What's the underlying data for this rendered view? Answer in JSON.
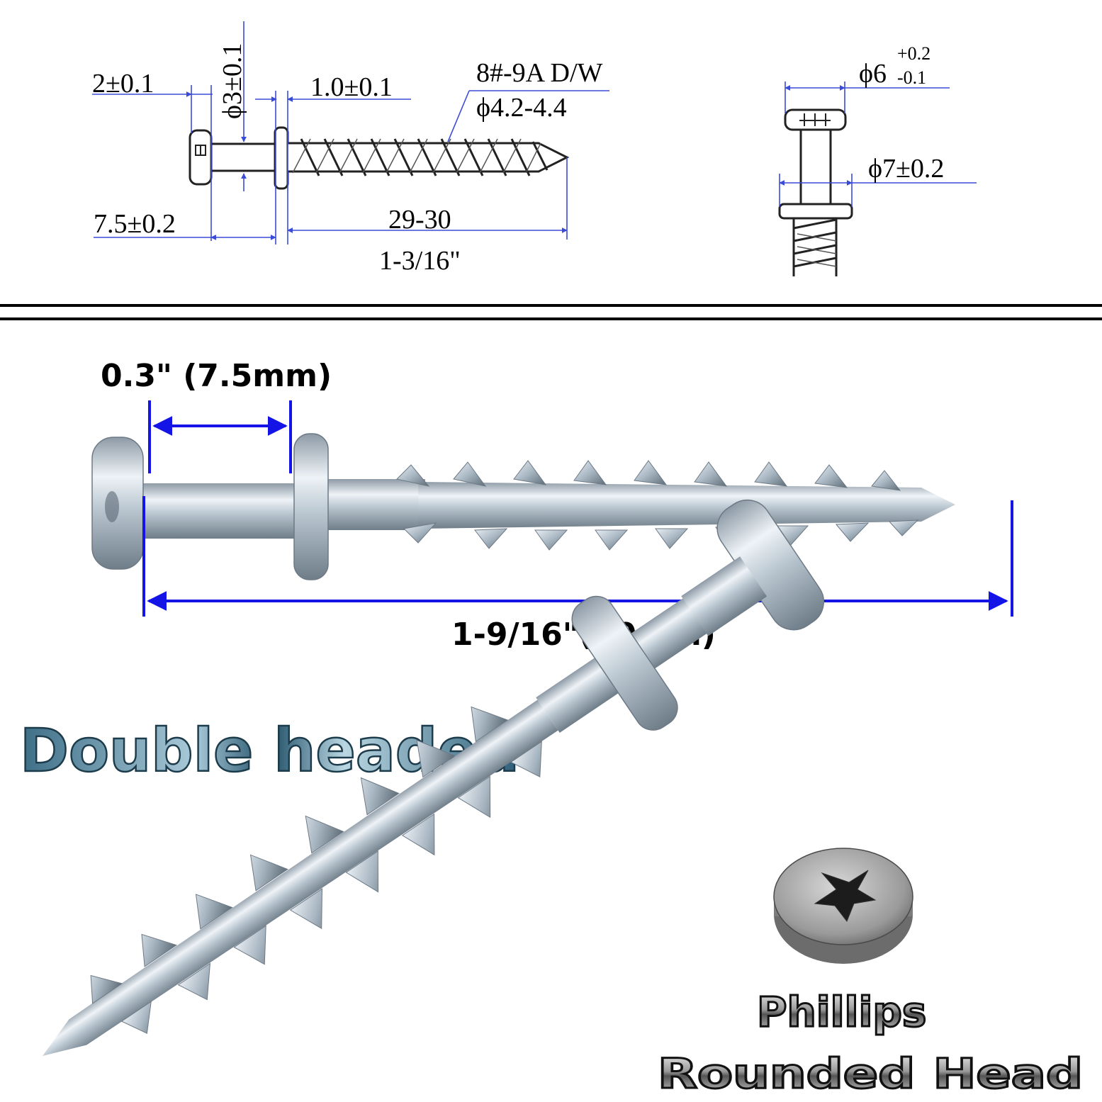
{
  "drawing": {
    "head_thickness": "2±0.1",
    "shank_diameter": "ϕ3±0.1",
    "washer_thickness": "1.0±0.1",
    "thread_spec": "8#-9A D/W",
    "thread_diameter": "ϕ4.2-4.4",
    "shank_length": "7.5±0.2",
    "thread_length": "29-30",
    "thread_length_inch": "1-3/16\"",
    "head_diameter_base": "ϕ6",
    "head_diameter_tol_upper": "+0.2",
    "head_diameter_tol_lower": "-0.1",
    "washer_diameter": "ϕ7±0.2"
  },
  "photo": {
    "shank_length_label": "0.3\"  (7.5mm)",
    "total_length_label": "1-9/16\"(40mm)",
    "arrow_color": "#1414e6"
  },
  "callouts": {
    "double_headed": "Double headed",
    "phillips": "Phillips",
    "rounded_head": "Rounded Head"
  }
}
